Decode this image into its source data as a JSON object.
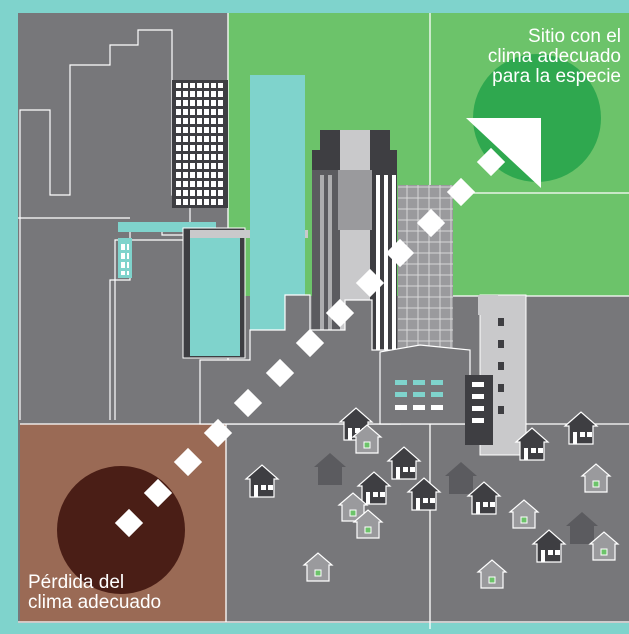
{
  "labels": {
    "suitable_site": [
      "Sitio con el",
      "clima adecuado",
      "para la especie"
    ],
    "climate_loss": [
      "Pérdida del",
      "clima adecuado"
    ]
  },
  "colors": {
    "border": "#7fd3cc",
    "city_gray": "#77777a",
    "suitable_green": "#6cc36a",
    "target_dark_green": "#2fa84f",
    "loss_brown": "#9a6a55",
    "loss_dark": "#4a1e16",
    "accent_teal": "#7fd3cc",
    "building_dark": "#3e3e42",
    "building_light": "#c9c9cb",
    "white": "#ffffff"
  },
  "icons": {
    "path_markers": "diamond-icon",
    "destination": "arrowhead-icon",
    "houses": "house-icon"
  }
}
